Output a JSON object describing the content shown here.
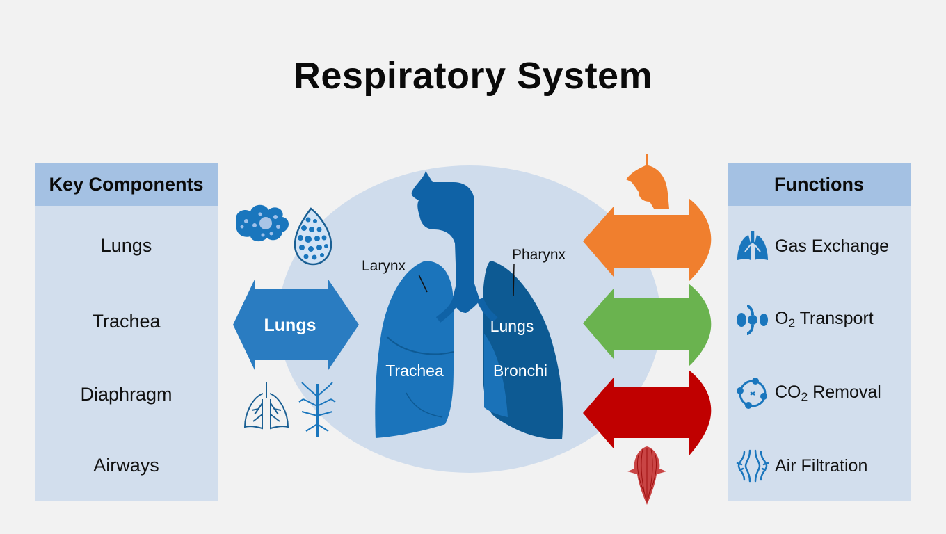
{
  "title": "Respiratory System",
  "left_panel": {
    "heading": "Key Components",
    "items": [
      "Lungs",
      "Trachea",
      "Diaphragm",
      "Airways"
    ]
  },
  "right_panel": {
    "heading": "Functions",
    "items": [
      {
        "label": "Gas Exchange",
        "icon": "lungs-icon"
      },
      {
        "label_main": "O",
        "label_sub": "2",
        "label_rest": " Transport",
        "icon": "oxygen-transport-icon"
      },
      {
        "label_main": "CO",
        "label_sub": "2",
        "label_rest": " Removal",
        "icon": "co2-molecule-icon"
      },
      {
        "label": "Air Filtration",
        "icon": "air-filter-icon"
      }
    ]
  },
  "center": {
    "arrow_label": "Lungs",
    "labels": {
      "larynx": "Larynx",
      "pharynx": "Pharynx",
      "lungs": "Lungs",
      "trachea": "Trachea",
      "bronchi": "Bronchi"
    }
  },
  "colors": {
    "background": "#f2f2f2",
    "panel_body": "#d2deed",
    "panel_head": "#a4c1e3",
    "circle": "#cfdcec",
    "blue": "#1a76bd",
    "dark_blue": "#0d5a93",
    "orange": "#f07f2e",
    "green": "#6ab34f",
    "red": "#c00000"
  }
}
